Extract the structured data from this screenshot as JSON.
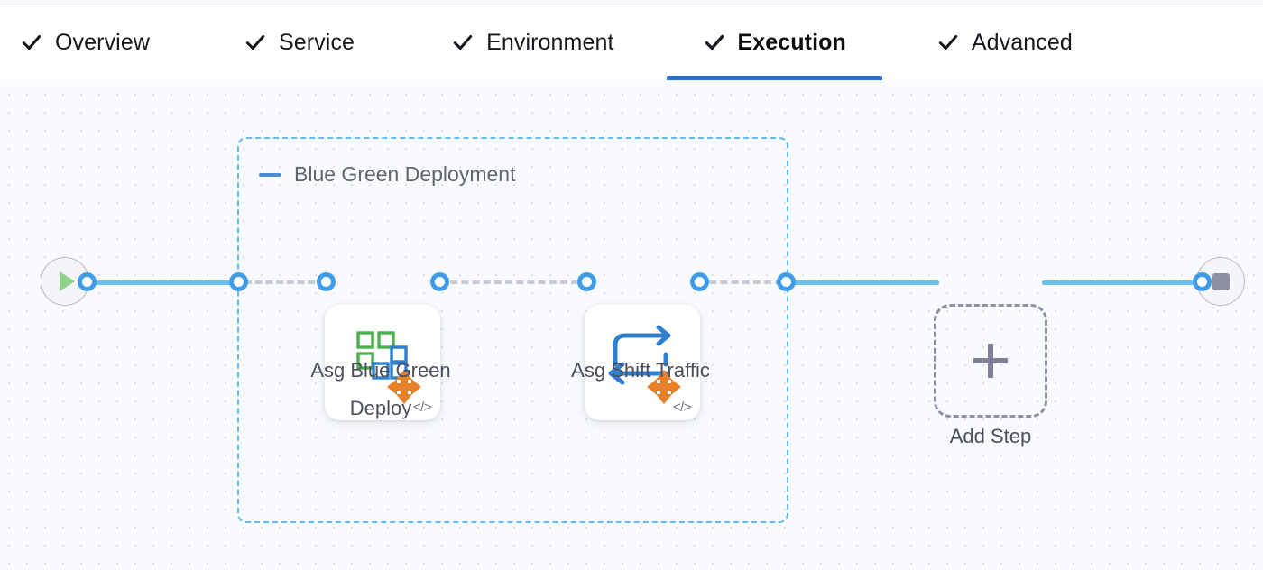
{
  "tabs": [
    {
      "label": "Overview",
      "icon": "check-icon",
      "active": false
    },
    {
      "label": "Service",
      "icon": "check-icon",
      "active": false
    },
    {
      "label": "Environment",
      "icon": "check-icon",
      "active": false
    },
    {
      "label": "Execution",
      "icon": "check-icon",
      "active": true
    },
    {
      "label": "Advanced",
      "icon": "check-icon",
      "active": false
    }
  ],
  "canvas": {
    "start_node": {
      "name": "pipeline-start",
      "icon": "play-icon"
    },
    "end_node": {
      "name": "pipeline-end",
      "icon": "stop-icon"
    },
    "stage_group": {
      "title": "Blue Green Deployment",
      "collapse_icon": "minus-icon",
      "border_color": "#62bdec"
    },
    "steps": [
      {
        "label_line1": "Asg Blue Green",
        "label_line2": "Deploy",
        "icon": "asg-blue-green-deploy-icon",
        "badge": "</>"
      },
      {
        "label_line1": "Asg Shift Traffic",
        "label_line2": "",
        "icon": "asg-shift-traffic-icon",
        "badge": "</>"
      }
    ],
    "add_step": {
      "label": "Add Step",
      "icon": "plus-icon"
    }
  },
  "colors": {
    "accent_blue": "#2c6ecb",
    "connector_blue": "#67c0ef",
    "ring_blue": "#3f9ce8",
    "stage_border": "#62bdec",
    "canvas_bg": "#f8fafd",
    "dashed_gray": "#c7cad4",
    "icon_green": "#4caf50",
    "icon_blue": "#2f7fd1",
    "icon_orange": "#e8802a"
  }
}
